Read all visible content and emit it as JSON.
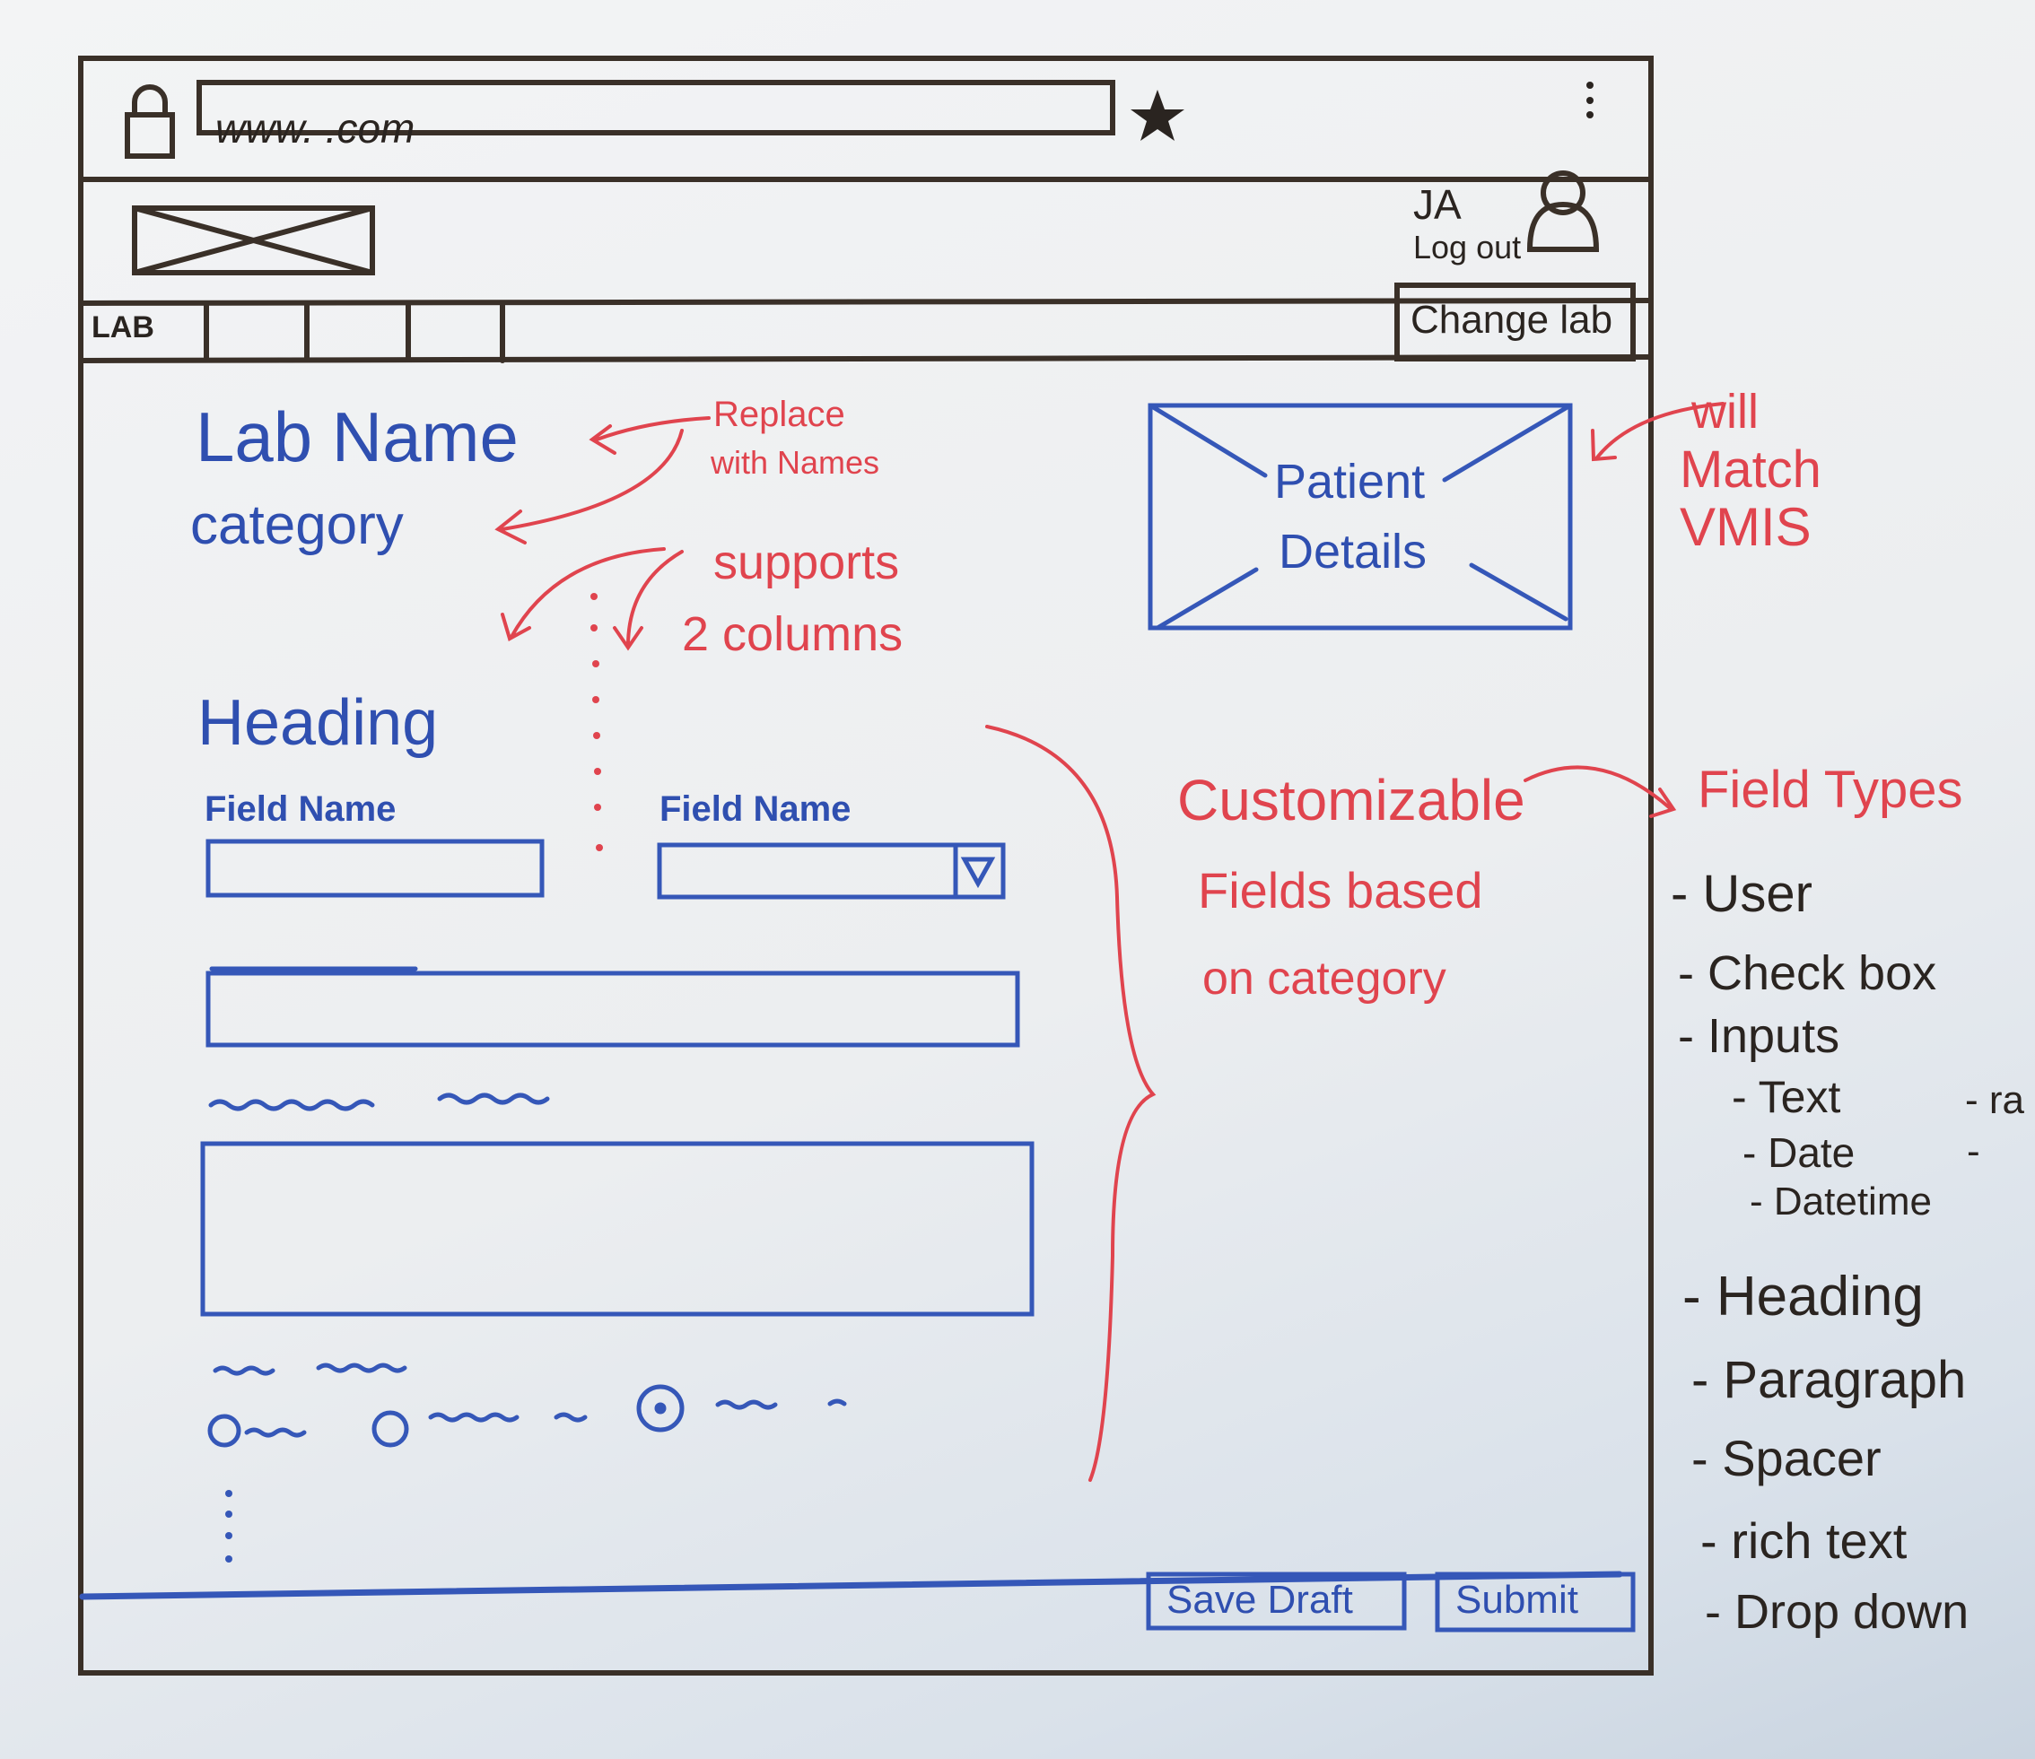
{
  "browser": {
    "url": "www. .com"
  },
  "header": {
    "user_initials": "JA",
    "logout_label": "Log out"
  },
  "nav": {
    "tabs": [
      "LAB",
      "",
      "",
      "",
      ""
    ],
    "change_lab_label": "Change lab"
  },
  "main": {
    "lab_name": "Lab Name",
    "category": "category",
    "patient_details": [
      "Patient",
      "Details"
    ],
    "heading": "Heading",
    "field_1_label": "Field Name",
    "field_2_label": "Field Name"
  },
  "footer": {
    "save_draft_label": "Save Draft",
    "submit_label": "Submit"
  },
  "annotations": {
    "replace": [
      "Replace",
      "with Names"
    ],
    "supports": [
      "supports",
      "2 columns"
    ],
    "will_match": [
      "will",
      "Match",
      "VMIS"
    ],
    "customizable": [
      "Customizable",
      "Fields based",
      "on category"
    ],
    "field_types_title": "Field Types",
    "field_types": [
      "- User",
      "- Check box",
      "- Inputs",
      "- Text",
      "- Date",
      "- Datetime",
      "- Heading",
      "- Paragraph",
      "- Spacer",
      "- rich text",
      "- Drop down"
    ],
    "field_types_extra": [
      "- ra",
      "-"
    ]
  },
  "colors": {
    "marker_black": "#2a2420",
    "marker_blue": "#2f4fb0",
    "marker_red": "#e0444e"
  }
}
